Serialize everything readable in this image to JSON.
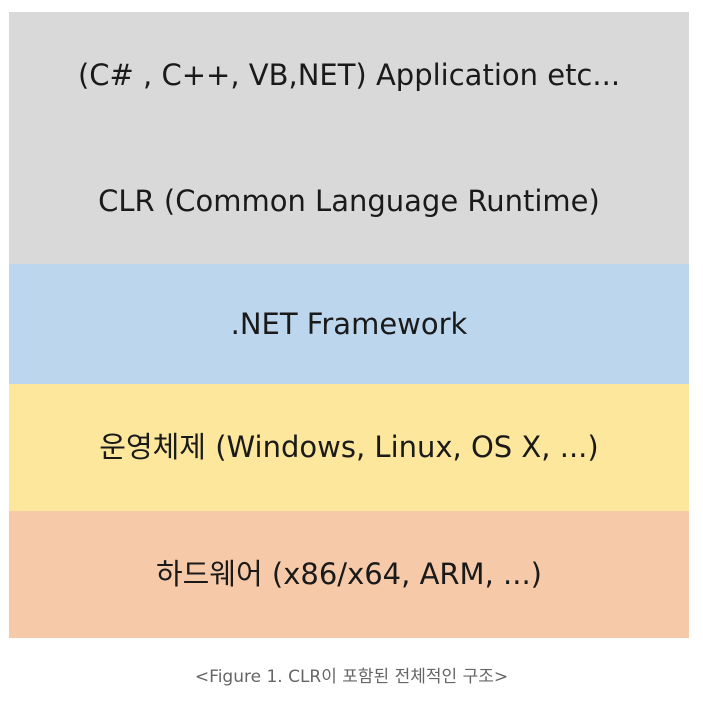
{
  "diagram": {
    "layers": [
      {
        "label": "(C# , C++, VB,NET) Application etc...",
        "color": "#d9d9d9"
      },
      {
        "label": "CLR (Common Language Runtime)",
        "color": "#d9d9d9"
      },
      {
        "label": ".NET Framework",
        "color": "#bcd6ee"
      },
      {
        "label": "운영체제 (Windows, Linux, OS X, ...)",
        "color": "#fde79c"
      },
      {
        "label": "하드웨어 (x86/x64, ARM, ...)",
        "color": "#f6caa9"
      }
    ]
  },
  "caption": "<Figure 1.  CLR이 포함된 전체적인 구조>"
}
